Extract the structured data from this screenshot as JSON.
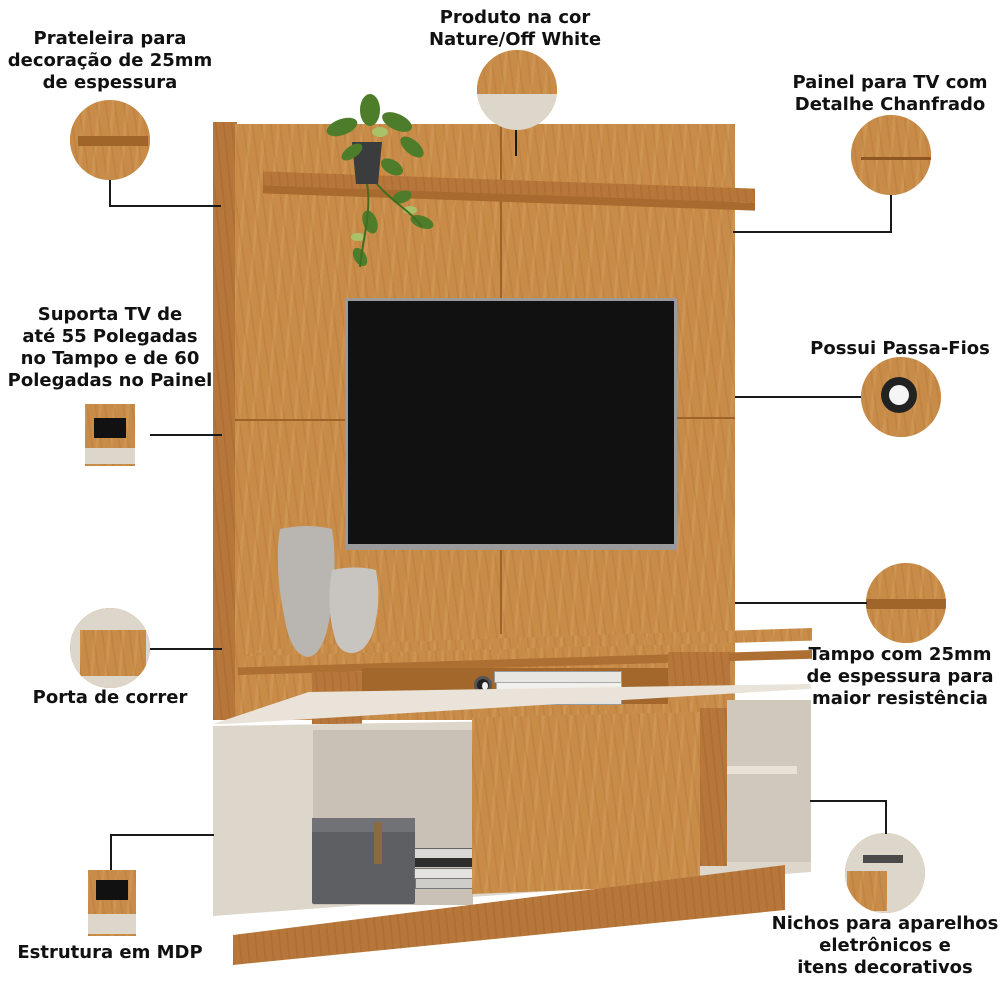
{
  "captions": {
    "shelf": [
      "Prateleira para",
      "decoração de 25mm",
      "de espessura"
    ],
    "product": [
      "Produto na cor",
      "Nature/Off White"
    ],
    "panel": [
      "Painel para TV com",
      "Detalhe Chanfrado"
    ],
    "supports": [
      "Suporta TV de",
      "até 55 Polegadas",
      "no Tampo e de 60",
      "Polegadas no Painel"
    ],
    "cable": [
      "Possui Passa-Fios"
    ],
    "door": [
      "Porta de correr"
    ],
    "top": [
      "Tampo com 25mm",
      "de espessura para",
      "maior resistência"
    ],
    "structure": [
      "Estrutura em MDP"
    ],
    "niches": [
      "Nichos para aparelhos",
      "eletrônicos e",
      "itens decorativos"
    ]
  },
  "colors": {
    "nature_wood": "#c98c48",
    "off_white": "#ddd6cb",
    "tv_screen": "#111111"
  },
  "icons": [
    "plant-icon",
    "vase-icon",
    "box-icon",
    "books-icon",
    "cable-grommet-icon"
  ]
}
